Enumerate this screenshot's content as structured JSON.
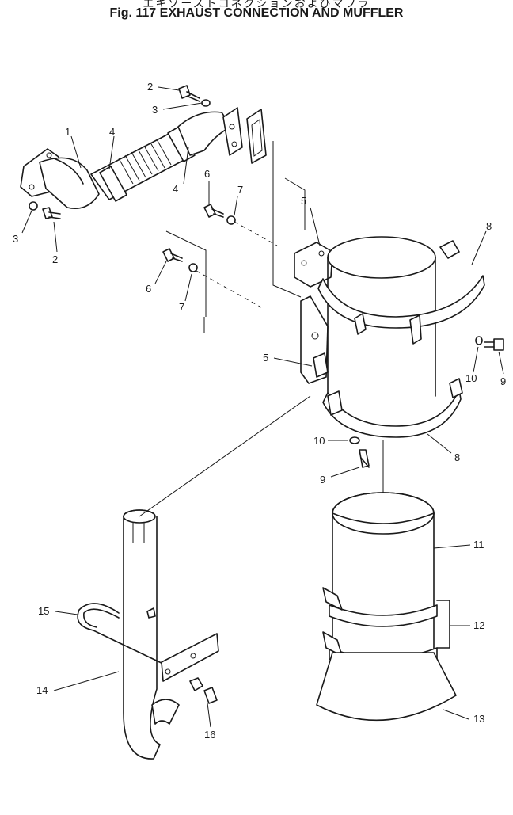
{
  "title_jp": "エキゾーストコネクションおよびマフラ",
  "title_en": "Fig. 117  EXHAUST CONNECTION AND MUFFLER",
  "callouts": [
    "1",
    "2",
    "3",
    "4",
    "5",
    "6",
    "7",
    "8",
    "9",
    "10",
    "11",
    "12",
    "13",
    "14",
    "15",
    "16"
  ]
}
